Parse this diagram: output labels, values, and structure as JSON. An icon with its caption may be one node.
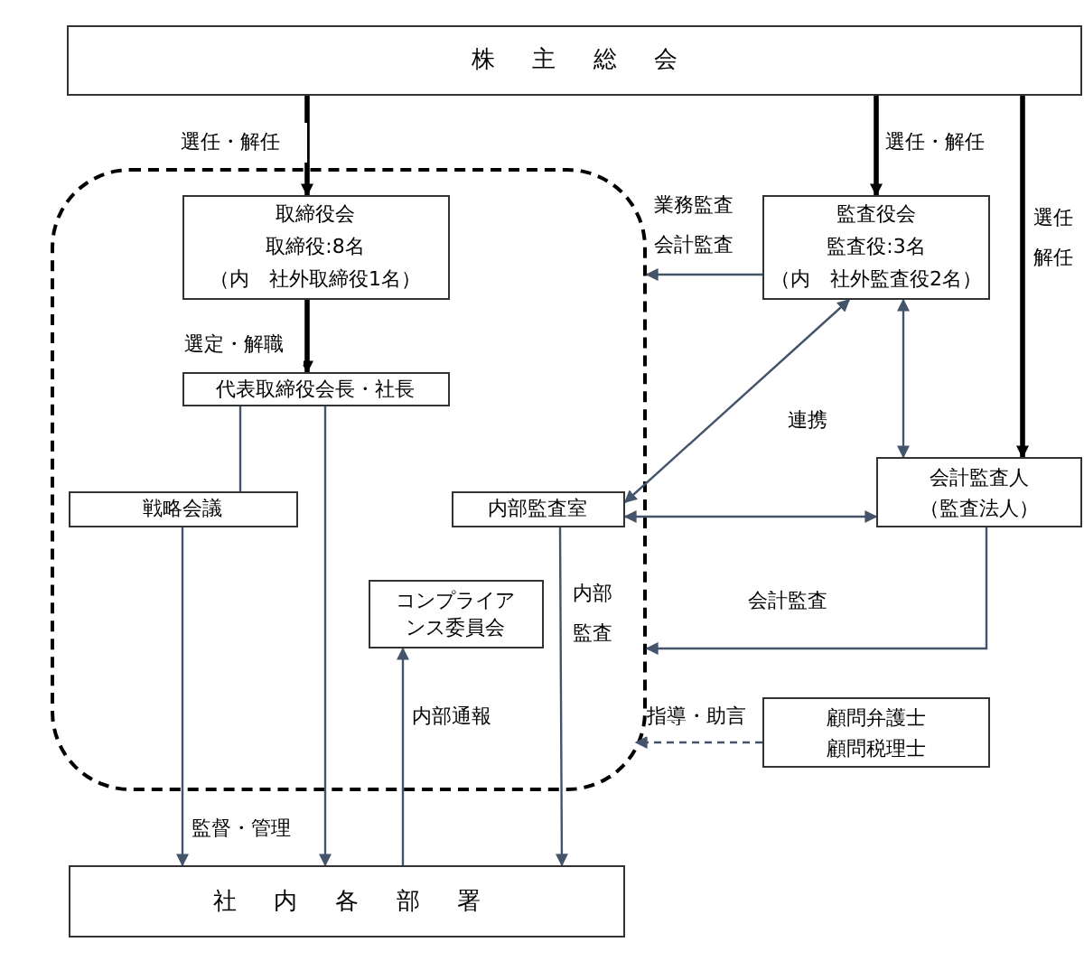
{
  "diagram": {
    "nodes": [
      {
        "text": [
          "株主総会"
        ]
      },
      {
        "text": [],
        "shape": "box"
      },
      {
        "text": [
          "取締役会",
          "取締役:8名",
          "（内　社外取締役1名）"
        ],
        "in": 1
      },
      {
        "text": [
          "監査役会",
          "監査役:3名",
          "（内　社外監査役2名）"
        ]
      },
      {
        "text": [
          "代表取締役会長・社長"
        ],
        "in": 1
      },
      {
        "text": [
          "戦略会議"
        ],
        "in": 1
      },
      {
        "text": [
          "内部監査室"
        ],
        "in": 1
      },
      {
        "text": [
          "会計監査人",
          "（監査法人）"
        ]
      },
      {
        "text": [
          "コンプライアンス委員会"
        ],
        "in": 1
      },
      {
        "text": [
          "顧問弁護士",
          "顧問税理士"
        ]
      },
      {
        "text": [
          "社内各部署"
        ]
      }
    ],
    "edges": [
      {
        "from": 0,
        "to": 2,
        "arrow": "to",
        "label": "選任・解任",
        "style": "thick",
        "color": "#000000"
      },
      {
        "from": 0,
        "to": 3,
        "arrow": "to",
        "label": "選任・解任",
        "style": "thick",
        "color": "#000000"
      },
      {
        "from": 0,
        "to": 7,
        "arrow": "to",
        "label": "選任解任",
        "style": "thick",
        "color": "#000000"
      },
      {
        "from": 2,
        "to": 4,
        "arrow": "to",
        "label": "選定・解職",
        "style": "thick",
        "color": "#000000"
      },
      {
        "from": 3,
        "to": 1,
        "arrow": "to",
        "label": "業務監査会計監査"
      },
      {
        "from": 6,
        "to": 3,
        "arrow": "both"
      },
      {
        "from": 3,
        "to": 7,
        "arrow": "both",
        "label": "連携"
      },
      {
        "from": 6,
        "to": 7,
        "arrow": "both"
      },
      {
        "from": 7,
        "to": 1,
        "arrow": "to",
        "label": "会計監査"
      },
      {
        "from": 9,
        "to": 1,
        "arrow": "to",
        "label": "指導・助言",
        "style": "dashed"
      },
      {
        "from": 4,
        "to": 5,
        "arrow": "none"
      },
      {
        "from": 4,
        "to": 10,
        "arrow": "to"
      },
      {
        "from": 5,
        "to": 10,
        "arrow": "to",
        "label": "監督・管理"
      },
      {
        "from": 10,
        "to": 8,
        "arrow": "to",
        "label": "内部通報"
      },
      {
        "from": 6,
        "to": 10,
        "arrow": "to",
        "label": "内部監査"
      }
    ]
  }
}
